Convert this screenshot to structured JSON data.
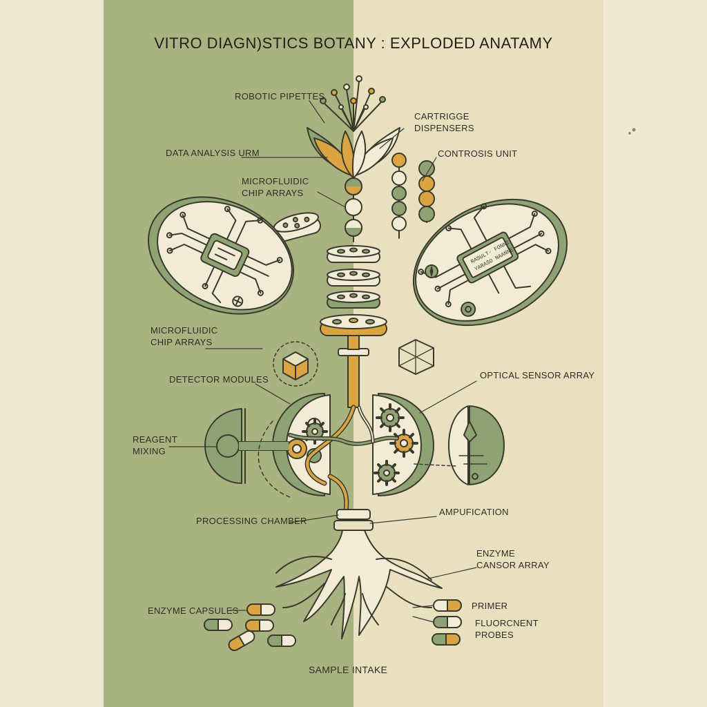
{
  "diagram": {
    "title": "VITRO DIAGN⁠)STICS BOTANY : EXPLODED ANATAMY",
    "labels": {
      "robotic_pipettes": "ROBOTIC PIPETTES",
      "cartridge_dispensers": "CARTRIGGE\nDISPENSERS",
      "data_analysis": "DATA ANALYSIS URM",
      "controsis_unit": "CONTROSIS UNIT",
      "microfluidic_top": "MICROFLUIDIC\nCHIP ARRAYS",
      "microfluidic_left": "MICROFLUIDIC\nCHIP ARRAYS",
      "detector_modules": "DETECTOR MODULES",
      "optical_sensor": "OPTICAL SENSOR ARRAY",
      "reagent_mixing": "REAGENT\nMIXING",
      "processing_chamber": "PROCESSING CHAMBER",
      "amplification": "AMPUFICATION",
      "enzyme_censor": "ENZYME\nCANSOR ARRAY",
      "enzyme_capsules": "ENZYME CAPSULES",
      "primer": "PRIMER",
      "fluorescent_probes": "FLUORCNENT\nPROBES",
      "sample_intake": "SAMPLE INTAKE"
    },
    "chip_text": "RASULT- FONNI\nYARASO NAANNE"
  },
  "colors": {
    "panel_green": "#a9b381",
    "panel_beige": "#e9e0c0",
    "outside": "#f0e8d4",
    "sage": "#8fa274",
    "mustard": "#d9a441",
    "cream": "#f2ebd5",
    "ink": "#3a3a2c"
  }
}
